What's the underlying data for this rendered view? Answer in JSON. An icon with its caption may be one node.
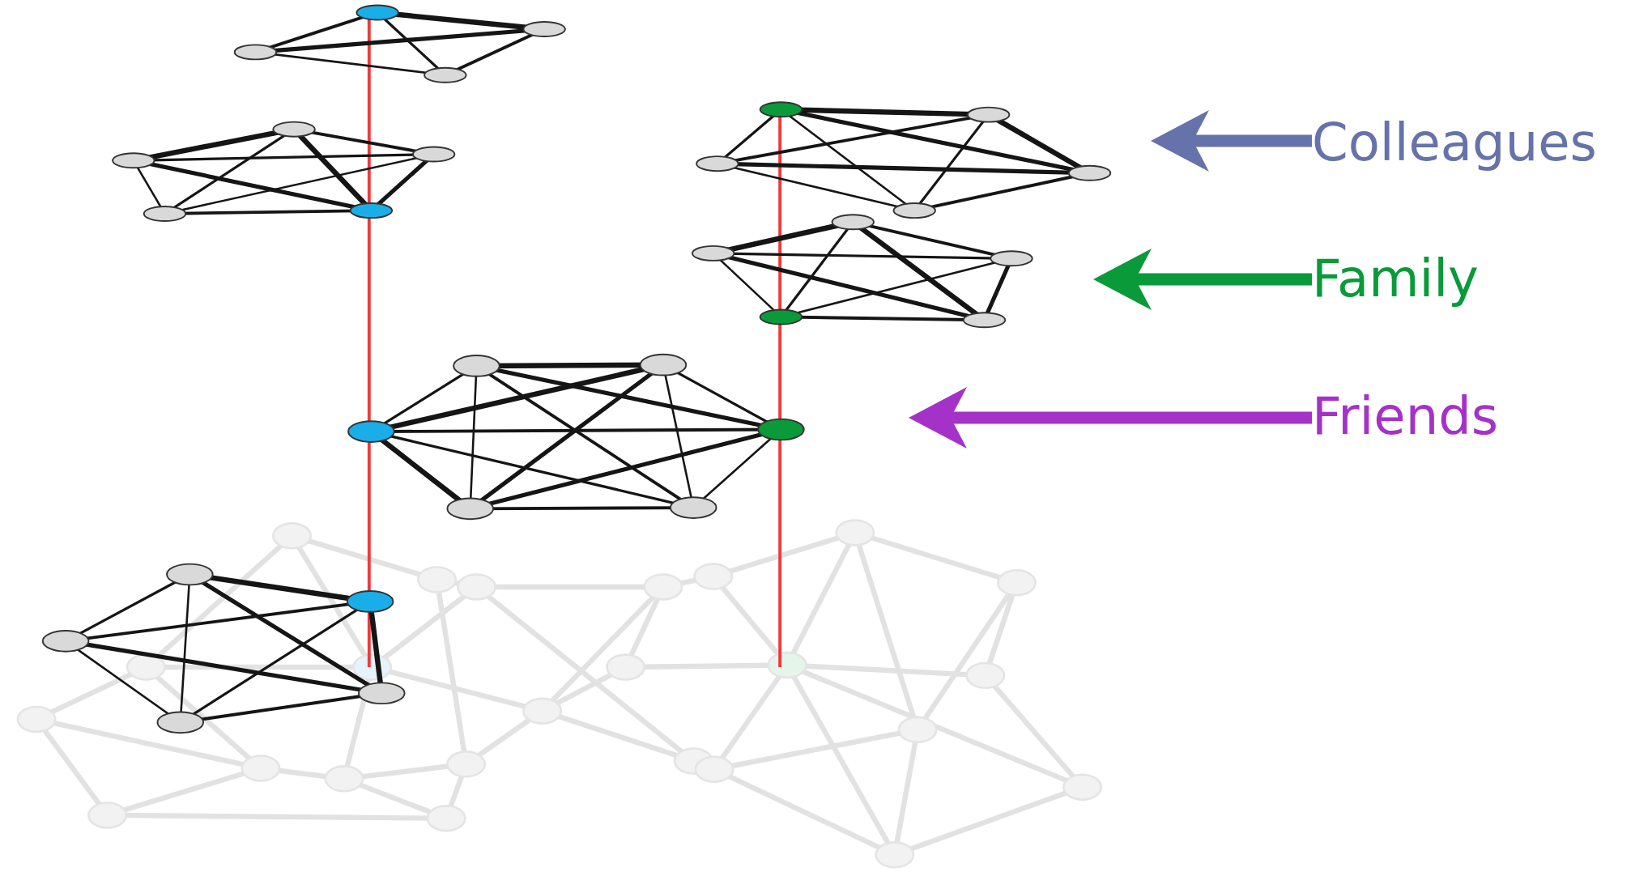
{
  "diagram": {
    "nodes": [
      {
        "text": [
          "Colleagues"
        ]
      },
      {
        "text": [
          "Family"
        ]
      },
      {
        "text": [
          "Friends"
        ]
      }
    ],
    "edges": [
      {
        "from": 0,
        "to": null,
        "arrow": "to",
        "color": "#6673aa"
      },
      {
        "from": 1,
        "to": null,
        "arrow": "to",
        "color": "#0a9a3a"
      },
      {
        "from": 2,
        "to": null,
        "arrow": "to",
        "color": "#a532c8"
      }
    ]
  }
}
